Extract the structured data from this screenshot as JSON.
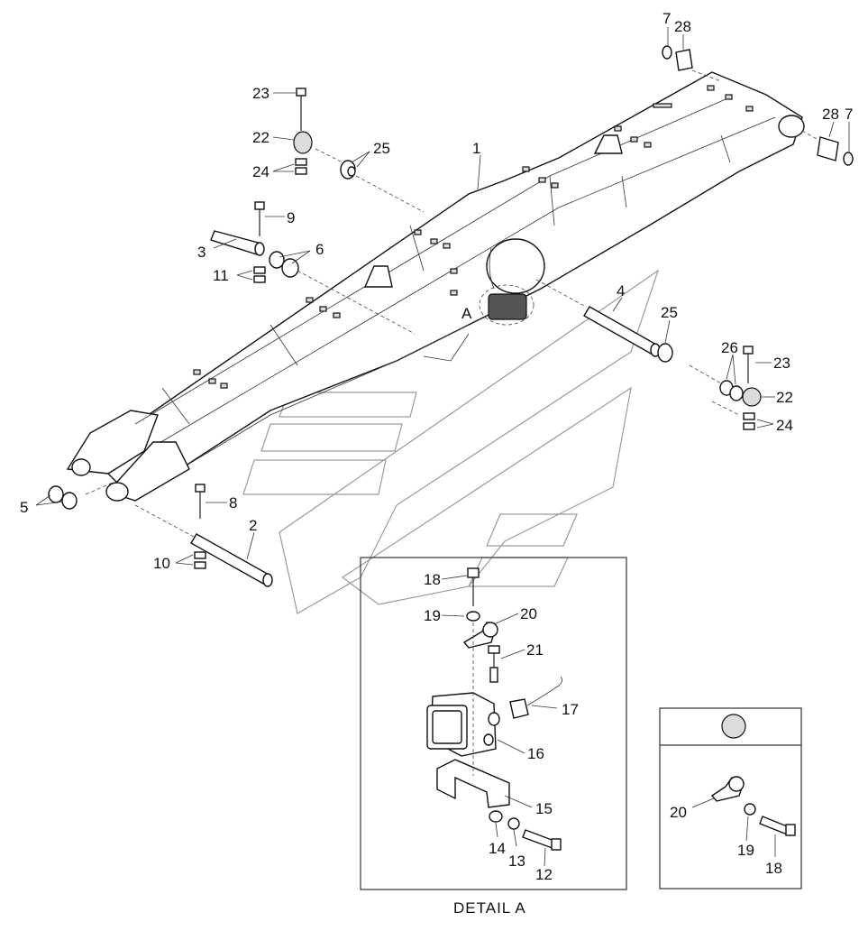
{
  "figure": {
    "detail_caption": "DETAIL  A",
    "detail_marker": "A",
    "callouts": {
      "p1": "1",
      "p2": "2",
      "p3": "3",
      "p4": "4",
      "p5": "5",
      "p6": "6",
      "p7a": "7",
      "p7b": "7",
      "p8": "8",
      "p9": "9",
      "p10": "10",
      "p11": "11",
      "p12": "12",
      "p13": "13",
      "p14": "14",
      "p15": "15",
      "p16": "16",
      "p17": "17",
      "p18a": "18",
      "p18b": "18",
      "p19a": "19",
      "p19b": "19",
      "p20a": "20",
      "p20b": "20",
      "p21": "21",
      "p22a": "22",
      "p22b": "22",
      "p23a": "23",
      "p23b": "23",
      "p24a": "24",
      "p24b": "24",
      "p25a": "25",
      "p25b": "25",
      "p26": "26",
      "p28a": "28",
      "p28b": "28"
    }
  }
}
